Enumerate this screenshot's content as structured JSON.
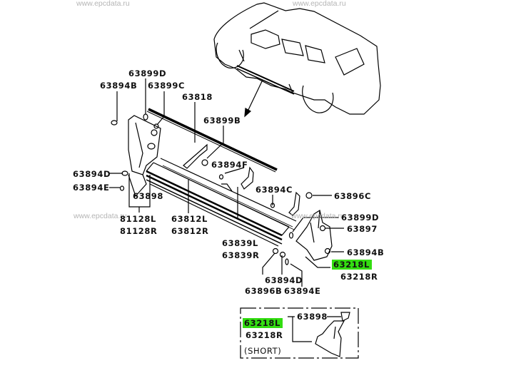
{
  "watermark": "www.epcdata.ru",
  "highlight_color": "#33dd11",
  "parts": {
    "p63899D_top": "63899D",
    "p63894B_top": "63894B",
    "p63899C": "63899C",
    "p63818": "63818",
    "p63899B": "63899B",
    "p63894F": "63894F",
    "p63894D_left": "63894D",
    "p63894E_left": "63894E",
    "p63898_main": "63898",
    "p81128L": "81128L",
    "p81128R": "81128R",
    "p63812L": "63812L",
    "p63812R": "63812R",
    "p63894C": "63894C",
    "p63896C": "63896C",
    "p63899D_right": "63899D",
    "p63897": "63897",
    "p63839L": "63839L",
    "p63839R": "63839R",
    "p63894B_right": "63894B",
    "p63218L_main": "63218L",
    "p63218R_main": "63218R",
    "p63894D_bottom": "63894D",
    "p63896B": "63896B",
    "p63894E_bottom": "63894E"
  },
  "inset": {
    "part_left": "63218L",
    "part_right": "63218R",
    "part_63898": "63898",
    "note": "(SHORT)"
  }
}
